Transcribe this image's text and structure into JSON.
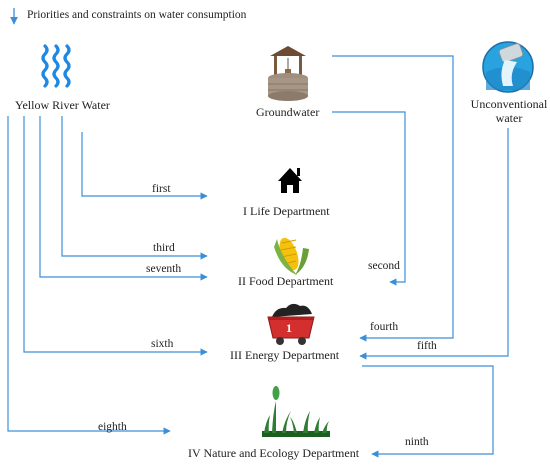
{
  "legend": {
    "text": "Priorities and constraints on water consumption",
    "arrow_color": "#3b8fd9"
  },
  "sources": {
    "yellow_river": {
      "label": "Yellow River Water",
      "icon": "water-waves-icon"
    },
    "groundwater": {
      "label": "Groundwater",
      "icon": "well-icon"
    },
    "unconventional": {
      "label": "Unconventional water",
      "icon": "pipe-outflow-icon"
    }
  },
  "departments": {
    "life": {
      "label": "I  Life Department",
      "icon": "house-icon"
    },
    "food": {
      "label": "II  Food Department",
      "icon": "corn-icon"
    },
    "energy": {
      "label": "III  Energy Department",
      "icon": "coal-cart-icon",
      "badge": "1"
    },
    "nature": {
      "label": "IV Nature and Ecology Department",
      "icon": "grass-icon"
    }
  },
  "priorities": {
    "first": "first",
    "second": "second",
    "third": "third",
    "fourth": "fourth",
    "fifth": "fifth",
    "sixth": "sixth",
    "seventh": "seventh",
    "eighth": "eighth",
    "ninth": "ninth"
  }
}
